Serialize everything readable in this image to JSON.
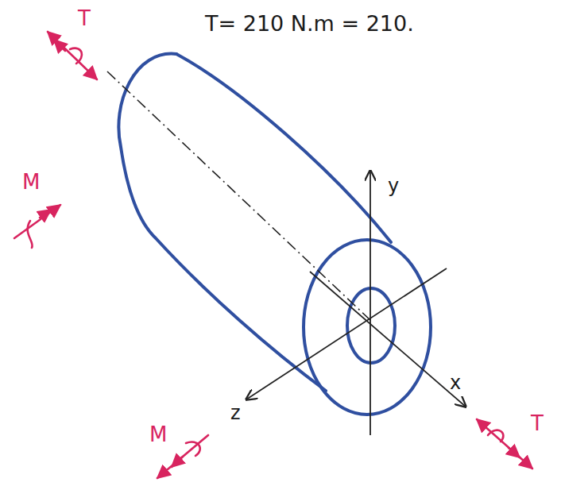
{
  "diagram": {
    "labels": [
      "T= 210 N.m = 210.",
      "T",
      "M",
      "y",
      "z",
      "x",
      "M",
      "T"
    ]
  }
}
